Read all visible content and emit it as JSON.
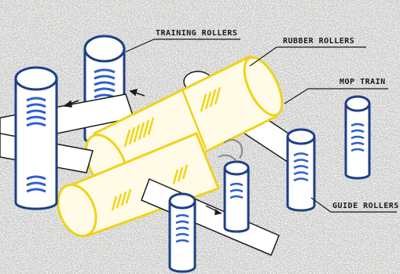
{
  "labels": {
    "training_rollers": "TRAINING ROLLERS",
    "rubber_rollers": "RUBBER ROLLERS",
    "mop_train": "MOP TRAIN",
    "guide_rollers": "GUIDE ROLLERS"
  },
  "colors": {
    "ink": "#1b1b1b",
    "rubber_roller_outline": "#f0d21a",
    "rubber_roller_fill": "#fffbe6",
    "rubber_roller_hatch": "#f2d51b",
    "post_outline": "#1f3f86",
    "post_fill": "#ffffff",
    "post_hatch": "#2f5fd0",
    "belt_fill": "#ffffff"
  }
}
